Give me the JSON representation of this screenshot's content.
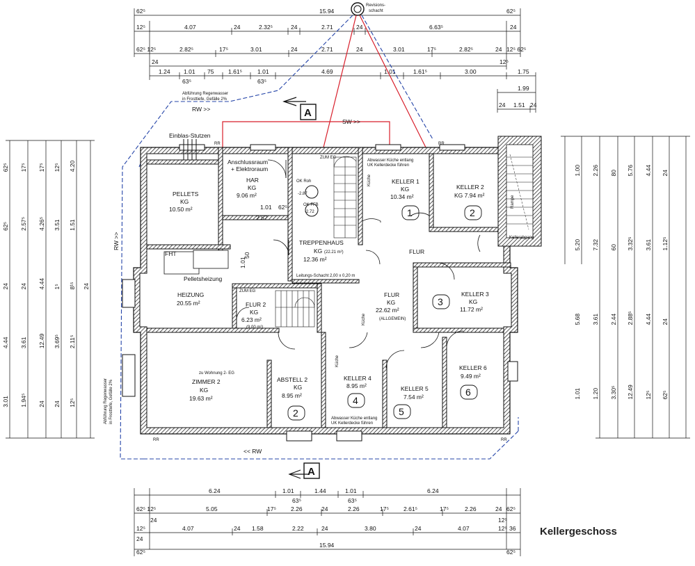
{
  "title": "Kellergeschoss",
  "section_marker": "A",
  "rooms": {
    "pellets": {
      "name": "PELLETS",
      "level": "KG",
      "area": "10.50 m²"
    },
    "har": {
      "name": "HAR",
      "level": "KG",
      "area": "9.06 m²"
    },
    "anschluss_1": "Anschlussraum",
    "anschluss_2": "+ Elektroraum",
    "treppenhaus": {
      "name": "TREPPENHAUS",
      "level": "KG",
      "area": "12.36 m²",
      "extra": "(22.21 m²)"
    },
    "keller1": {
      "name": "KELLER 1",
      "level": "KG",
      "area": "10.34 m²",
      "num": "1"
    },
    "keller2": {
      "name": "KELLER 2",
      "level_area": "KG  7.94 m²",
      "num": "2"
    },
    "flur_top": "FLUR",
    "keller3": {
      "name": "KELLER 3",
      "level": "KG",
      "area": "11.72 m²",
      "num": "3"
    },
    "heizung": {
      "name": "HEIZUNG",
      "area": "20.55 m²"
    },
    "pelletsheizung": "Pelletsheizung",
    "fht": "FHT",
    "flur2": {
      "name": "FLUR 2",
      "level": "KG",
      "area": "6.23 m²",
      "extra": "(9.00 m²)"
    },
    "flur": {
      "name": "FLUR",
      "level": "KG",
      "area": "22.62 m²",
      "extra": "(ALLGEMEIN)"
    },
    "zimmer2": {
      "name": "ZIMMER 2",
      "level": "KG",
      "area": "19.63 m²",
      "note": "zu Wohnung 2- EG"
    },
    "abstell2": {
      "name": "ABSTELL 2",
      "level": "KG",
      "area": "8.95 m²",
      "num": "2"
    },
    "keller4": {
      "name": "KELLER 4",
      "area": "8.95 m²",
      "num": "4"
    },
    "keller5": {
      "name": "KELLER 5",
      "area": "7.54 m²",
      "num": "5"
    },
    "keller6": {
      "name": "KELLER 6",
      "area": "9.49 m²",
      "num": "6"
    },
    "kellerabgang": "Kellerabgang",
    "rampe": "Rampe"
  },
  "annotations": {
    "einblas": "Einblas-Stutzen",
    "revision_1": "Revisions-",
    "revision_2": "schacht",
    "rw": "RW >>",
    "rw_bottom": "<< RW",
    "sw": "SW >>",
    "abfuehrung_1": "Abführung Regenwasser",
    "abfuehrung_2": "in Frosttiefe, Gefälle 2%",
    "ok_roh": "OK Roh",
    "ok_roh_val": "-2.87",
    "ok_ffb": "OK FFB",
    "ok_ffb_val": "-2.72",
    "zum_eg": "ZUM EG",
    "abwasser_1": "Abwasser Küche entlang",
    "abwasser_2": "UK Kellerdecke führen",
    "leitung": "Leitungs-Schacht 2,00 x 0,20 m",
    "rr": "RR",
    "kueche": "Küche"
  },
  "dims_top": {
    "r1": [
      "62⁵",
      "15.94",
      "62⁵"
    ],
    "r2": [
      "12⁵",
      "4.07",
      "24",
      "2.32⁵",
      "24",
      "2.71",
      "24",
      "6.63⁵",
      "24"
    ],
    "r3": [
      "62⁵ 12⁵",
      "2.82⁵",
      "17⁵",
      "3.01",
      "24",
      "2.71",
      "24",
      "3.01",
      "17⁵",
      "2.82⁵",
      "24",
      "12⁵ 62⁵"
    ],
    "r4": [
      "24",
      "12⁵"
    ],
    "r5": [
      "1.24",
      "1.01",
      "75",
      "1.61⁵",
      "1.01",
      "4.69",
      "1.01",
      "1.61⁵",
      "3.00",
      "1.75"
    ],
    "r6": [
      "63⁵",
      "63⁵"
    ],
    "r7": [
      "1.99"
    ],
    "r8": [
      "24",
      "1.51",
      "24"
    ]
  },
  "dims_bottom": {
    "r1": [
      "6.24",
      "1.01",
      "1.44",
      "1.01",
      "6.24"
    ],
    "r2": [
      "63⁵",
      "63⁵"
    ],
    "r3": [
      "62⁵ 12⁵",
      "5.05",
      "17⁵",
      "2.26",
      "24",
      "2.26",
      "17⁵",
      "2.61⁵",
      "17⁵",
      "2.26",
      "24",
      "62⁵"
    ],
    "r4": [
      "24",
      "12⁵"
    ],
    "r5": [
      "12⁵",
      "4.07",
      "24",
      "1.58",
      "2.22",
      "24",
      "3.80",
      "24",
      "4.07",
      "12⁵",
      "36"
    ],
    "r6": [
      "24",
      "62⁵",
      "15.94",
      "62⁵"
    ]
  },
  "dims_left": [
    "62⁵",
    "62⁵",
    "24",
    "4.44",
    "3.01",
    "17⁵",
    "2.57⁵",
    "24",
    "3.61",
    "1.94⁵",
    "17⁵",
    "4.26⁵",
    "4.44",
    "12.49",
    "24",
    "12⁵",
    "3.51",
    "1⁵",
    "3.69⁵",
    "24",
    "4.20",
    "1.51",
    "8¹⁵",
    "2.11⁵",
    "12⁵",
    "24"
  ],
  "dims_right": [
    "1.00",
    "5.20",
    "5.68",
    "1.01",
    "2.26",
    "7.32",
    "3.61",
    "1.20",
    "80",
    "60",
    "2.44",
    "3.30⁵",
    "5.76",
    "3.32⁵",
    "2.88⁵",
    "12.49",
    "4.44",
    "3.61",
    "4.44",
    "12⁵",
    "24",
    "1.12⁵",
    "24",
    "62⁵"
  ],
  "inner_dims": [
    "1.01",
    "62⁵",
    "2.52",
    "50",
    "1.01"
  ]
}
